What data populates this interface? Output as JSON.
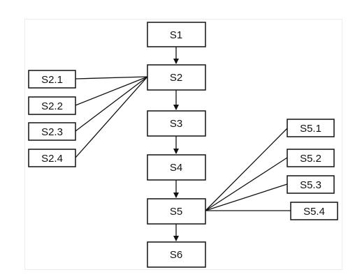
{
  "main_steps": [
    "S1",
    "S2",
    "S3",
    "S4",
    "S5",
    "S6"
  ],
  "s2_substeps": [
    "S2.1",
    "S2.2",
    "S2.3",
    "S2.4"
  ],
  "s5_substeps": [
    "S5.1",
    "S5.2",
    "S5.3",
    "S5.4"
  ],
  "colors": {
    "box_border": "#111111",
    "line": "#111111",
    "background": "#ffffff"
  }
}
